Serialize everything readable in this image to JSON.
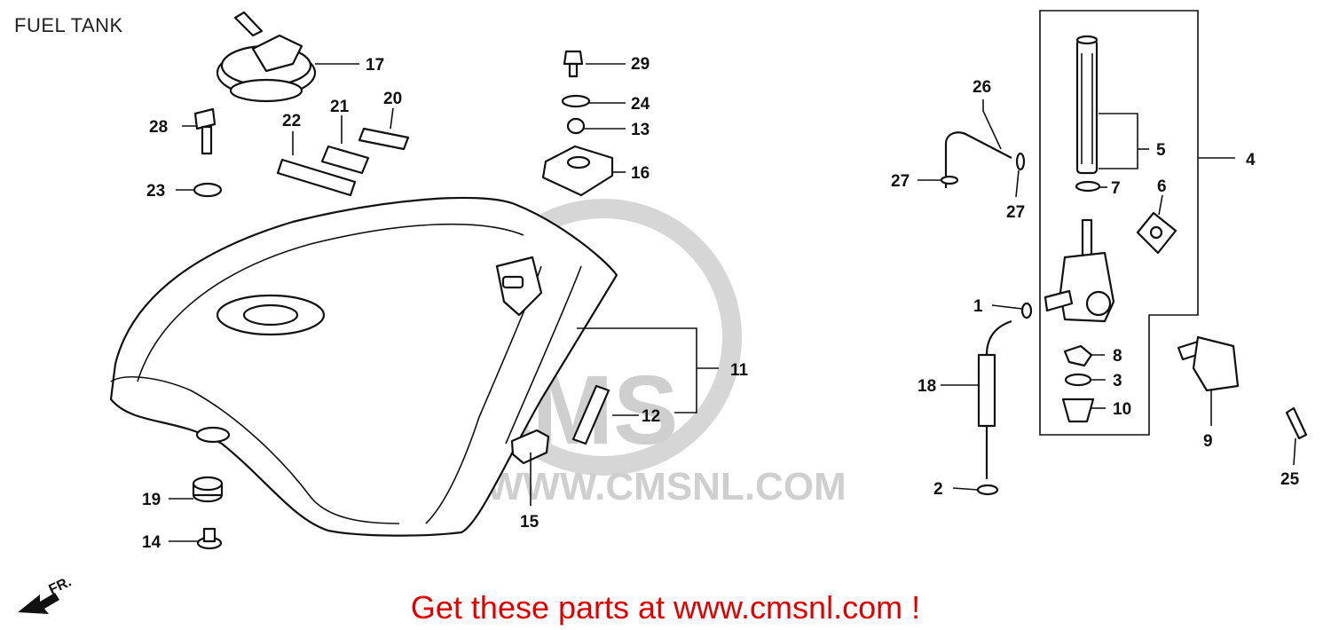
{
  "title": "FUEL TANK",
  "promo": "Get these parts at www.cmsnl.com !",
  "watermark": {
    "logo": "CMS",
    "url": "WWW.CMSNL.COM",
    "color": "#cfcfcf"
  },
  "direction": "FR.",
  "callouts": [
    {
      "id": "17",
      "part": "fuel-cap"
    },
    {
      "id": "28",
      "part": "bolt"
    },
    {
      "id": "22",
      "part": "label"
    },
    {
      "id": "21",
      "part": "label"
    },
    {
      "id": "20",
      "part": "label"
    },
    {
      "id": "23",
      "part": "washer"
    },
    {
      "id": "29",
      "part": "bolt"
    },
    {
      "id": "24",
      "part": "washer"
    },
    {
      "id": "13",
      "part": "collar"
    },
    {
      "id": "16",
      "part": "bracket"
    },
    {
      "id": "11",
      "part": "fuel-tank"
    },
    {
      "id": "12",
      "part": "rubber-pad"
    },
    {
      "id": "15",
      "part": "clip"
    },
    {
      "id": "19",
      "part": "cushion"
    },
    {
      "id": "14",
      "part": "bolt"
    },
    {
      "id": "26",
      "part": "breather-tube"
    },
    {
      "id": "27",
      "part": "clip"
    },
    {
      "id": "27",
      "part": "clip"
    },
    {
      "id": "5",
      "part": "strainer"
    },
    {
      "id": "7",
      "part": "o-ring"
    },
    {
      "id": "4",
      "part": "fuel-cock-assy"
    },
    {
      "id": "6",
      "part": "lever-plate"
    },
    {
      "id": "1",
      "part": "clip"
    },
    {
      "id": "8",
      "part": "packing"
    },
    {
      "id": "3",
      "part": "o-ring"
    },
    {
      "id": "10",
      "part": "cup"
    },
    {
      "id": "18",
      "part": "fuel-tube"
    },
    {
      "id": "2",
      "part": "clip"
    },
    {
      "id": "9",
      "part": "knob"
    },
    {
      "id": "25",
      "part": "screw"
    }
  ]
}
